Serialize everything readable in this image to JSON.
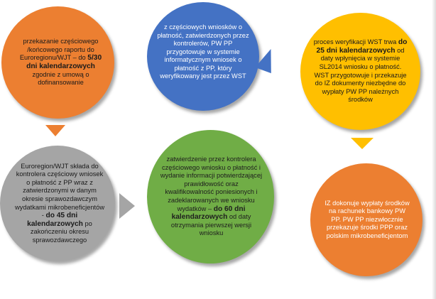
{
  "colors": {
    "orange": "#ec7f31",
    "blue": "#4472c4",
    "yellow": "#ffbf00",
    "gray": "#a5a5a5",
    "green": "#70ad46"
  },
  "steps": {
    "orange1": {
      "pre": "przekazanie częściowego /końcowego raportu do Euroregionu/WJT – do ",
      "bold": "5/30 dni kalendarzowych",
      "post": " zgodnie z umową o dofinansowanie"
    },
    "blue": {
      "text": "z częściowych wniosków o płatność, zatwierdzonych przez kontrolerów, PW PP przygotowuje w systemie informatycznym wniosek o płatność z PP, który weryfikowany jest przez WST"
    },
    "yellow": {
      "pre": "proces weryfikacji WST trwa ",
      "bold": "do 25 dni kalendarzowych",
      "post": " od daty wpłynięcia w systemie SL2014 wniosku o płatność. WST przygotowuje i przekazuje do IZ dokumenty niezbędne do wypłaty PW PP należnych środków"
    },
    "gray": {
      "pre": "Euroregion/WJT składa do kontrolera częściowy wniosek o płatność z PP wraz z zatwierdzonymi w danym okresie sprawozdawczym wydatkami mikrobeneficjentów - ",
      "bold": "do 45 dni kalendarzowych",
      "post": " po zakończeniu okresu sprawozdawczego"
    },
    "green": {
      "pre": "zatwierdzenie przez kontrolera częściowego wniosku o płatność i wydanie informacji potwierdzającej prawidłowość oraz kwalifikowalność poniesionych i zadeklarowanych we wniosku wydatków – ",
      "bold": "do 60 dni kalendarzowych",
      "post": " od daty otrzymania pierwszej wersji wniosku"
    },
    "orange2": {
      "text": "IZ dokonuje wypłaty środków na rachunek bankowy PW PP. PW PP niezwłocznie przekazuje środki PPP oraz polskim mikrobeneficjentom"
    }
  }
}
